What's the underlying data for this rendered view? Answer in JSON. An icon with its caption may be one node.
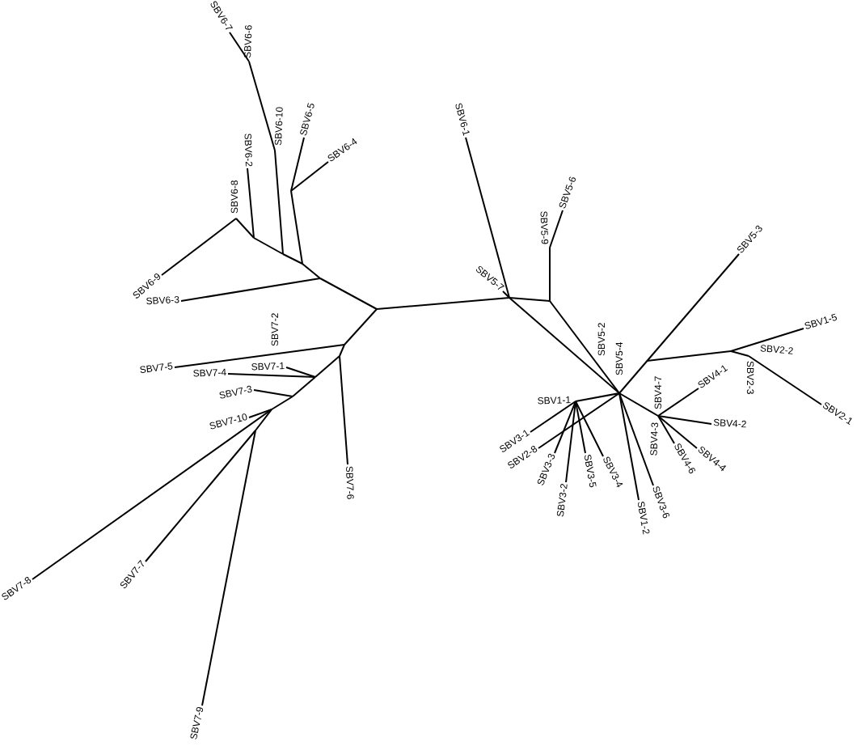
{
  "diagram": {
    "labels": [
      "SBV6-7",
      "SBV6-6",
      "SBV6-10",
      "SBV6-5",
      "SBV6-4",
      "SBV6-2",
      "SBV6-8",
      "SBV6-9",
      "SBV6-3",
      "SBV7-5",
      "SBV7-2",
      "SBV7-1",
      "SBV7-4",
      "SBV7-3",
      "SBV7-10",
      "SBV7-6",
      "SBV7-8",
      "SBV7-7",
      "SBV7-9",
      "SBV6-1",
      "SBV5-6",
      "SBV5-9",
      "SBV5-7",
      "SBV5-2",
      "SBV5-4",
      "SBV5-3",
      "SBV1-5",
      "SBV2-3",
      "SBV2-2",
      "SBV2-1",
      "SBV4-1",
      "SBV4-2",
      "SBV4-7",
      "SBV4-3",
      "SBV4-6",
      "SBV4-4",
      "SBV3-6",
      "SBV1-2",
      "SBV3-4",
      "SBV3-5",
      "SBV1-1",
      "SBV3-3",
      "SBV3-2",
      "SBV3-1",
      "SBV2-8"
    ]
  }
}
